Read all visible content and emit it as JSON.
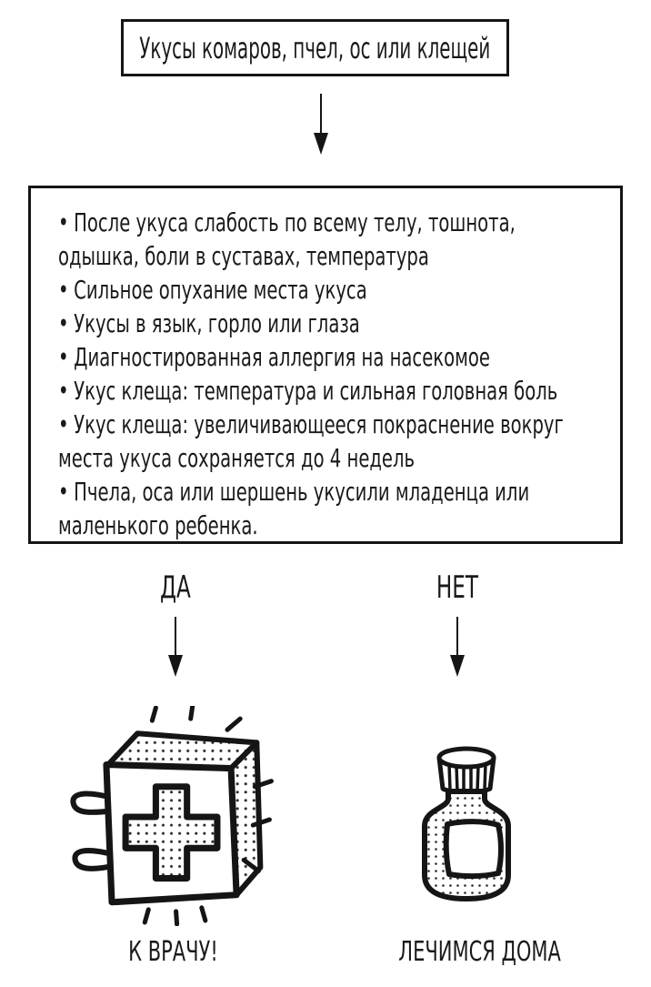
{
  "page": {
    "background": "#ffffff",
    "ink_color": "#151515",
    "language": "ru"
  },
  "title_box": {
    "text": "Укусы комаров, пчел, ос или клещей"
  },
  "criteria_box": {
    "bullet_char": "•",
    "items": [
      "После укуса слабость по всему телу, тошнота, одышка, боли в суставах, температура",
      "Сильное опухание места укуса",
      "Укусы в язык, горло или глаза",
      "Диагностированная аллергия на насекомое",
      "Укус клеща: температура и сильная головная боль",
      "Укус клеща: увеличивающееся покраснение вокруг места укуса сохраняется до 4 недель",
      "Пчела, оса или шершень укусили младенца или маленького ребенка."
    ]
  },
  "branches": {
    "yes": {
      "label": "ДА",
      "icon": "first-aid-kit-icon",
      "result": "К ВРАЧУ!"
    },
    "no": {
      "label": "НЕТ",
      "icon": "medicine-bottle-icon",
      "result": "ЛЕЧИМСЯ ДОМА"
    }
  }
}
